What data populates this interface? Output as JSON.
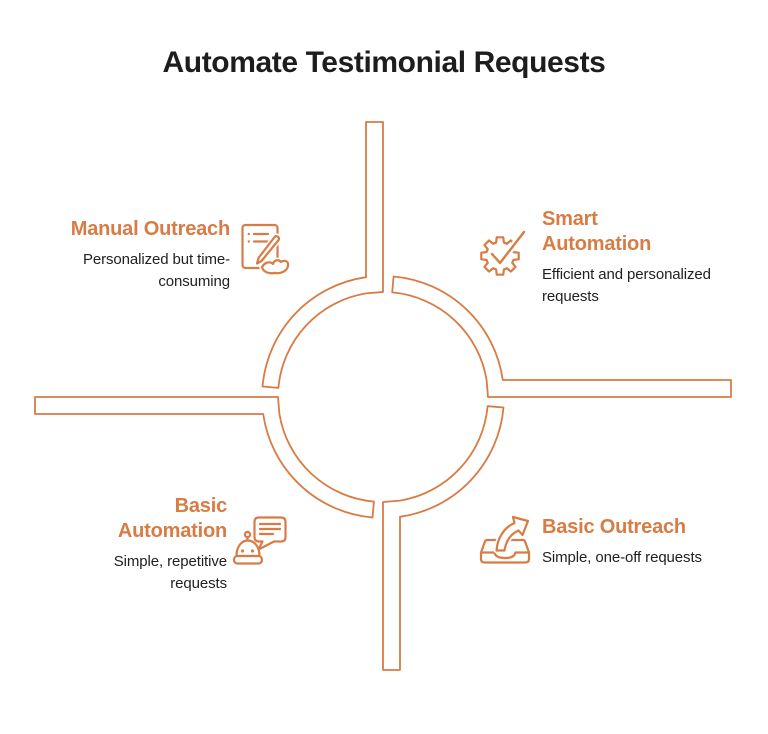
{
  "title": "Automate Testimonial Requests",
  "accent_color": "#D87C45",
  "text_color": "#212121",
  "quadrants": [
    {
      "id": "manual-outreach",
      "heading": "Manual Outreach",
      "description": "Personalized but time-consuming",
      "icon": "document-pen-icon"
    },
    {
      "id": "smart-automation",
      "heading": "Smart Automation",
      "description": "Efficient and personalized requests",
      "icon": "gear-check-icon"
    },
    {
      "id": "basic-automation",
      "heading": "Basic Automation",
      "description": "Simple, repetitive requests",
      "icon": "robot-chat-icon"
    },
    {
      "id": "basic-outreach",
      "heading": "Basic Outreach",
      "description": "Simple, one-off requests",
      "icon": "outbox-arrow-icon"
    }
  ]
}
